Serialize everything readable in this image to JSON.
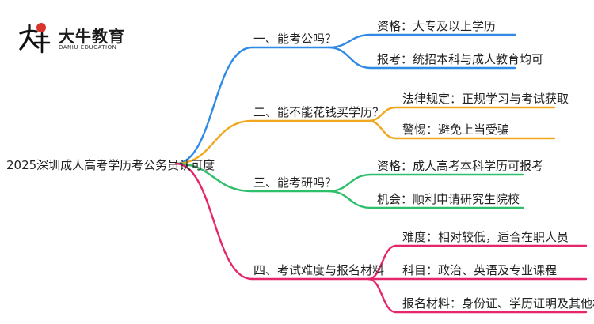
{
  "brand": {
    "name_cn": "大牛教育",
    "name_en": "DANIU EDUCATION",
    "mark_char": "大牛"
  },
  "root": "2025深圳成人高考学历考公务员认可度",
  "colors": {
    "blue": "#2e8ae6",
    "orange": "#f0a81e",
    "green": "#2ebf6b",
    "magenta": "#e6266c",
    "logo_red": "#d9342b"
  },
  "branches": [
    {
      "label": "一、能考公吗？",
      "color_key": "blue",
      "leaves": [
        "资格：大专及以上学历",
        "报考：统招本科与成人教育均可"
      ]
    },
    {
      "label": "二、能不能花钱买学历？",
      "color_key": "orange",
      "leaves": [
        "法律规定：正规学习与考试获取",
        "警惕：避免上当受骗"
      ]
    },
    {
      "label": "三、能考研吗？",
      "color_key": "green",
      "leaves": [
        "资格：成人高考本科学历可报考",
        "机会：顺利申请研究生院校"
      ]
    },
    {
      "label": "四、考试难度与报名材料",
      "color_key": "magenta",
      "leaves": [
        "难度：相对较低，适合在职人员",
        "科目：政治、英语及专业课程",
        "报名材料：身份证、学历证明及其他材料"
      ]
    }
  ]
}
